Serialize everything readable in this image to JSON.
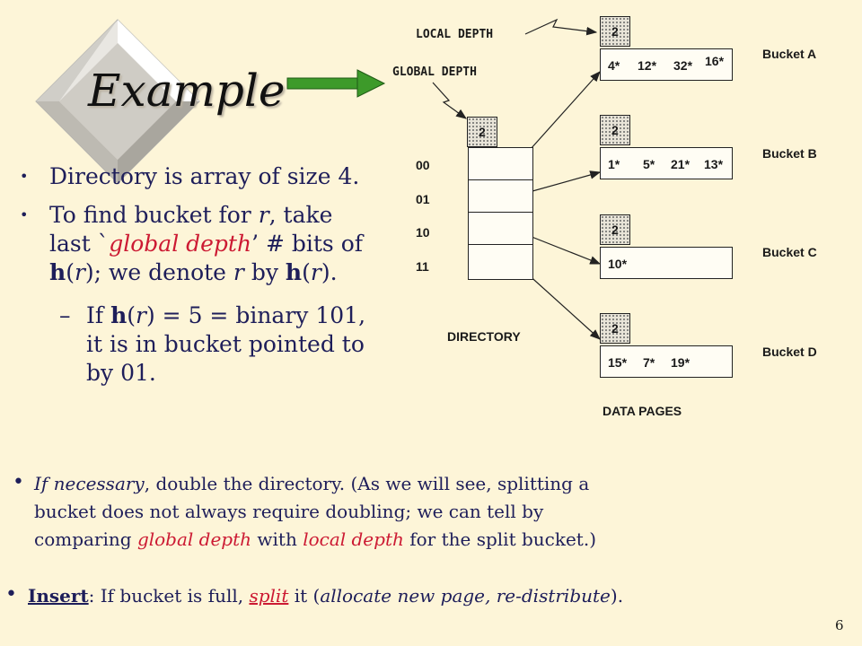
{
  "title": "Example",
  "labels": {
    "local_depth": "LOCAL DEPTH",
    "global_depth": "GLOBAL DEPTH",
    "directory": "DIRECTORY",
    "data_pages": "DATA PAGES"
  },
  "global_depth_value": "2",
  "directory_entries": [
    "00",
    "01",
    "10",
    "11"
  ],
  "buckets": [
    {
      "name": "Bucket A",
      "local_depth": "2",
      "entries": [
        "4*",
        "12*",
        "32*",
        "16*"
      ]
    },
    {
      "name": "Bucket B",
      "local_depth": "2",
      "entries": [
        "1*",
        "5*",
        "21*",
        "13*"
      ]
    },
    {
      "name": "Bucket C",
      "local_depth": "2",
      "entries": [
        "10*"
      ]
    },
    {
      "name": "Bucket D",
      "local_depth": "2",
      "entries": [
        "15*",
        "7*",
        "19*"
      ]
    }
  ],
  "bullets": {
    "b1": "Directory is array of size 4.",
    "b2_a": "To find bucket for ",
    "b2_r": "r",
    "b2_b": ", take",
    "b2_c": "last `",
    "b2_gd": "global depth",
    "b2_d": "’ # bits of",
    "b2_h": "h",
    "b2_e": "(",
    "b2_r2": "r",
    "b2_f": "); we denote ",
    "b2_r3": "r",
    "b2_g": " by ",
    "b2_h2": "h",
    "b2_i": "(",
    "b2_r4": "r",
    "b2_j": ").",
    "sub_dash": "–",
    "sub_a": "If ",
    "sub_h": "h",
    "sub_b": "(",
    "sub_r": "r",
    "sub_c": ") = 5 = binary 101,",
    "sub_line2": "it is in bucket pointed to",
    "sub_line3": "by 01.",
    "p3_a": "If necessary",
    "p3_b": ", double the directory.  (As we will see, splitting a",
    "p3_line2": "bucket does not always require doubling; we can tell by",
    "p3_c": "comparing ",
    "p3_gd": "global depth",
    "p3_d": " with ",
    "p3_ld": "local depth",
    "p3_e": " for the split bucket.)",
    "p4_insert": "Insert",
    "p4_a": ":  If bucket is full, ",
    "p4_split": "split",
    "p4_b": " it (",
    "p4_alloc": "allocate new page, re-distribute",
    "p4_c": ")."
  },
  "page_number": "6",
  "colors": {
    "background": "#fdf5d8",
    "accent_red": "#cc1a33",
    "arrow_green": "#3d9a2a",
    "text_navy": "#1e1e5a"
  }
}
